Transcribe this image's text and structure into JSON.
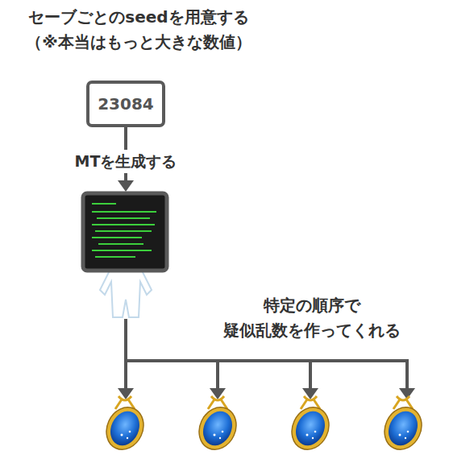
{
  "diagram": {
    "nodes": [
      {
        "text": [
          "23084"
        ]
      }
    ],
    "labels": [
      "セーブごとのseedを用意する （※本当はもっと大きな数値）",
      "MTを生成する",
      "特定の順序で 疑似乱数を作ってくれる"
    ]
  }
}
